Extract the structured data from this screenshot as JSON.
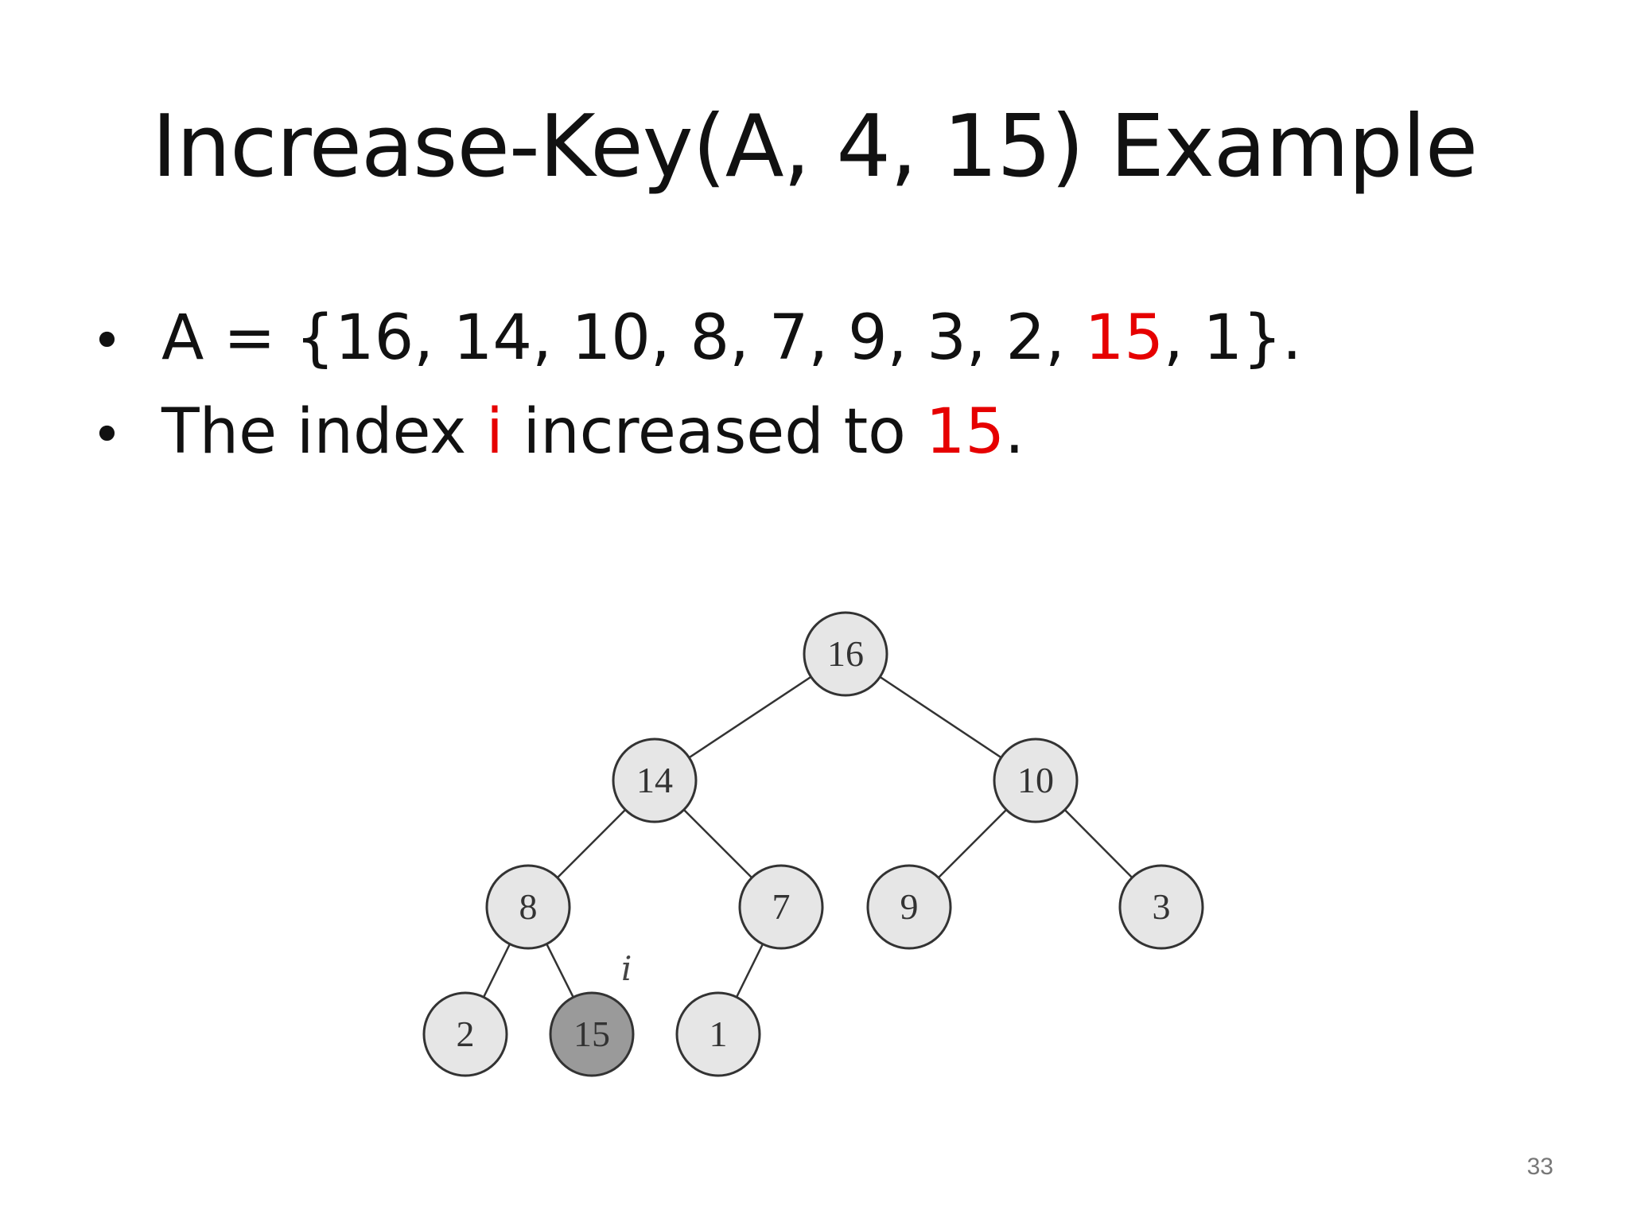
{
  "slide": {
    "title": "Increase-Key(A, 4, 15) Example",
    "page_number": "33",
    "colors": {
      "text": "#111111",
      "highlight": "#e60000",
      "node_fill": "#e6e6e6",
      "highlighted_node_fill": "#9a9a9a"
    }
  },
  "bullets": {
    "b1_prefix": "A = {",
    "array": [
      "16",
      "14",
      "10",
      "8",
      "7",
      "9",
      "3",
      "2",
      "15",
      "1"
    ],
    "highlight_index": 8,
    "separator": ", ",
    "b1_suffix": "}.",
    "b2_part1": "The index ",
    "b2_var": "i",
    "b2_part2": " increased to ",
    "b2_value": "15",
    "b2_end": "."
  },
  "tree": {
    "nodes": [
      {
        "id": 1,
        "label": "16",
        "highlighted": false
      },
      {
        "id": 2,
        "label": "14",
        "highlighted": false
      },
      {
        "id": 3,
        "label": "10",
        "highlighted": false
      },
      {
        "id": 4,
        "label": "8",
        "highlighted": false
      },
      {
        "id": 5,
        "label": "7",
        "highlighted": false
      },
      {
        "id": 6,
        "label": "9",
        "highlighted": false
      },
      {
        "id": 7,
        "label": "3",
        "highlighted": false
      },
      {
        "id": 8,
        "label": "2",
        "highlighted": false
      },
      {
        "id": 9,
        "label": "15",
        "highlighted": true
      },
      {
        "id": 10,
        "label": "1",
        "highlighted": false
      }
    ],
    "edges": [
      [
        1,
        2
      ],
      [
        1,
        3
      ],
      [
        2,
        4
      ],
      [
        2,
        5
      ],
      [
        3,
        6
      ],
      [
        3,
        7
      ],
      [
        4,
        8
      ],
      [
        4,
        9
      ],
      [
        5,
        10
      ]
    ],
    "pointer_label": "i",
    "pointer_node": 9
  }
}
